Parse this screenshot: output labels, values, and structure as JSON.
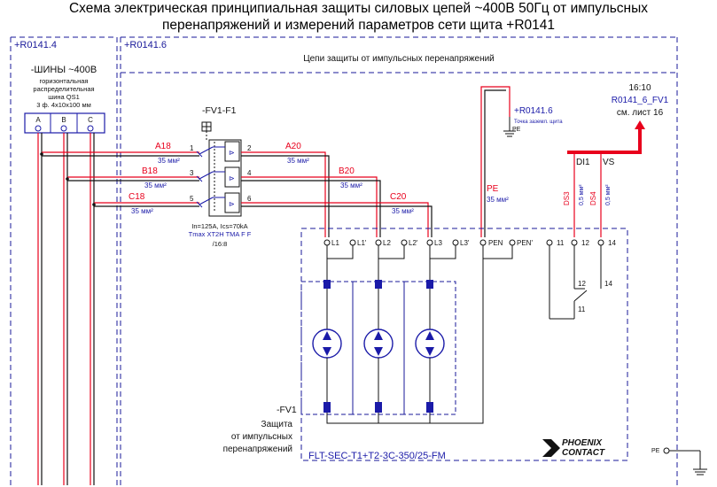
{
  "title": {
    "line1": "Схема электрическая принципиальная защиты силовых цепей ~400В 50Гц от импульсных",
    "line2": "перенапряжений и измерений параметров сети щита +R0141"
  },
  "frames": {
    "left_ref": "+R0141.4",
    "main_ref": "+R0141.6",
    "main_header": "Цепи защиты от импульсных перенапряжений"
  },
  "busbar": {
    "title": "-ШИНЫ ~400В",
    "line1": "горизонтальная",
    "line2": "распределительная",
    "line3": "шина QS1",
    "line4": "3 ф. 4x10x100 мм",
    "phases": [
      "A",
      "B",
      "C"
    ]
  },
  "breaker": {
    "tag": "-FV1-F1",
    "terminals": [
      "1",
      "3",
      "5",
      "2",
      "4",
      "6"
    ],
    "rating": "In=125A, Ics=70kA",
    "model": "Tmax XT2H TMA F F",
    "ref": "/16:8"
  },
  "wires": [
    {
      "label": "A18",
      "cross": "35 мм²"
    },
    {
      "label": "B18",
      "cross": "35 мм²"
    },
    {
      "label": "C18",
      "cross": "35 мм²"
    },
    {
      "label": "A20",
      "cross": "35 мм²"
    },
    {
      "label": "B20",
      "cross": "35 мм²"
    },
    {
      "label": "C20",
      "cross": "35 мм²"
    },
    {
      "label": "PE",
      "cross": "35 мм²"
    },
    {
      "label": "DS3",
      "cross": "0,5 мм²"
    },
    {
      "label": "DS4",
      "cross": "0,5 мм²"
    }
  ],
  "pe_ref": {
    "ref": "+R0141.6",
    "note": "Точка заземл. щита",
    "label": "PE"
  },
  "cross_ref": {
    "pos": "16:10",
    "name": "R0141_6_FV1",
    "sheet": "см. лист 16"
  },
  "signals": {
    "di": "DI1",
    "vs": "VS"
  },
  "spd": {
    "terminals": [
      "L1",
      "L1'",
      "L2",
      "L2'",
      "L3",
      "L3'",
      "PEN",
      "PEN'",
      "11",
      "12",
      "14"
    ],
    "contact_labels": [
      "12",
      "14",
      "11"
    ],
    "tag": "-FV1",
    "desc1": "Защита",
    "desc2": "от импульсных",
    "desc3": "перенапряжений",
    "model": "FLT-SEC-T1+T2-3C-350/25-FM",
    "brand1": "PHOENIX",
    "brand2": "CONTACT"
  },
  "pe_terminal": "PE",
  "colors": {
    "red": "#e8001c",
    "blue": "#1a1aa8",
    "black": "#111111",
    "frame": "#1a1a9a"
  }
}
